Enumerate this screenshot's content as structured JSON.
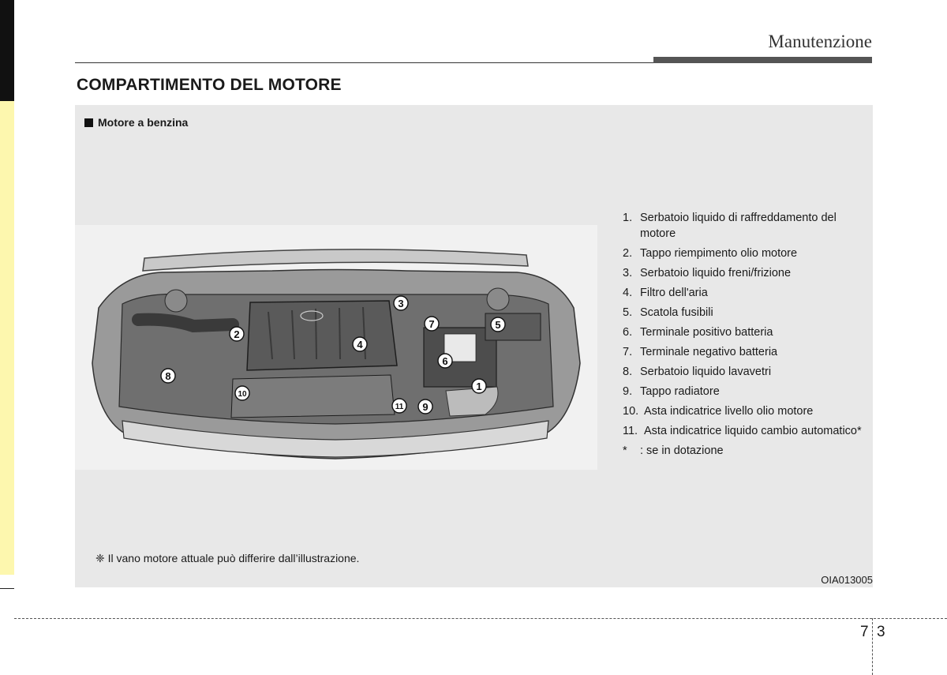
{
  "header": {
    "chapter": "Manutenzione"
  },
  "section": {
    "title": "COMPARTIMENTO DEL MOTORE"
  },
  "figure": {
    "subtitle": "Motore a benzina",
    "markers": [
      "1",
      "2",
      "3",
      "4",
      "5",
      "6",
      "7",
      "8",
      "9",
      "10",
      "11"
    ],
    "legend": [
      {
        "num": "1.",
        "text": "Serbatoio liquido di raffreddamento del motore"
      },
      {
        "num": "2.",
        "text": "Tappo riempimento olio motore"
      },
      {
        "num": "3.",
        "text": "Serbatoio liquido freni/frizione"
      },
      {
        "num": "4.",
        "text": "Filtro dell'aria"
      },
      {
        "num": "5.",
        "text": "Scatola fusibili"
      },
      {
        "num": "6.",
        "text": "Terminale positivo batteria"
      },
      {
        "num": "7.",
        "text": "Terminale negativo batteria"
      },
      {
        "num": "8.",
        "text": "Serbatoio liquido lavavetri"
      },
      {
        "num": "9.",
        "text": "Tappo radiatore"
      },
      {
        "num": "10.",
        "text": "Asta indicatrice livello olio motore"
      },
      {
        "num": "11.",
        "text": "Asta indicatrice liquido cambio automatico*"
      },
      {
        "num": "*",
        "text": ": se in dotazione"
      }
    ],
    "note": "❈ Il vano motore attuale può differire dall’illustrazione.",
    "code": "OIA013005"
  },
  "footer": {
    "page_left": "7",
    "page_right": "3"
  }
}
